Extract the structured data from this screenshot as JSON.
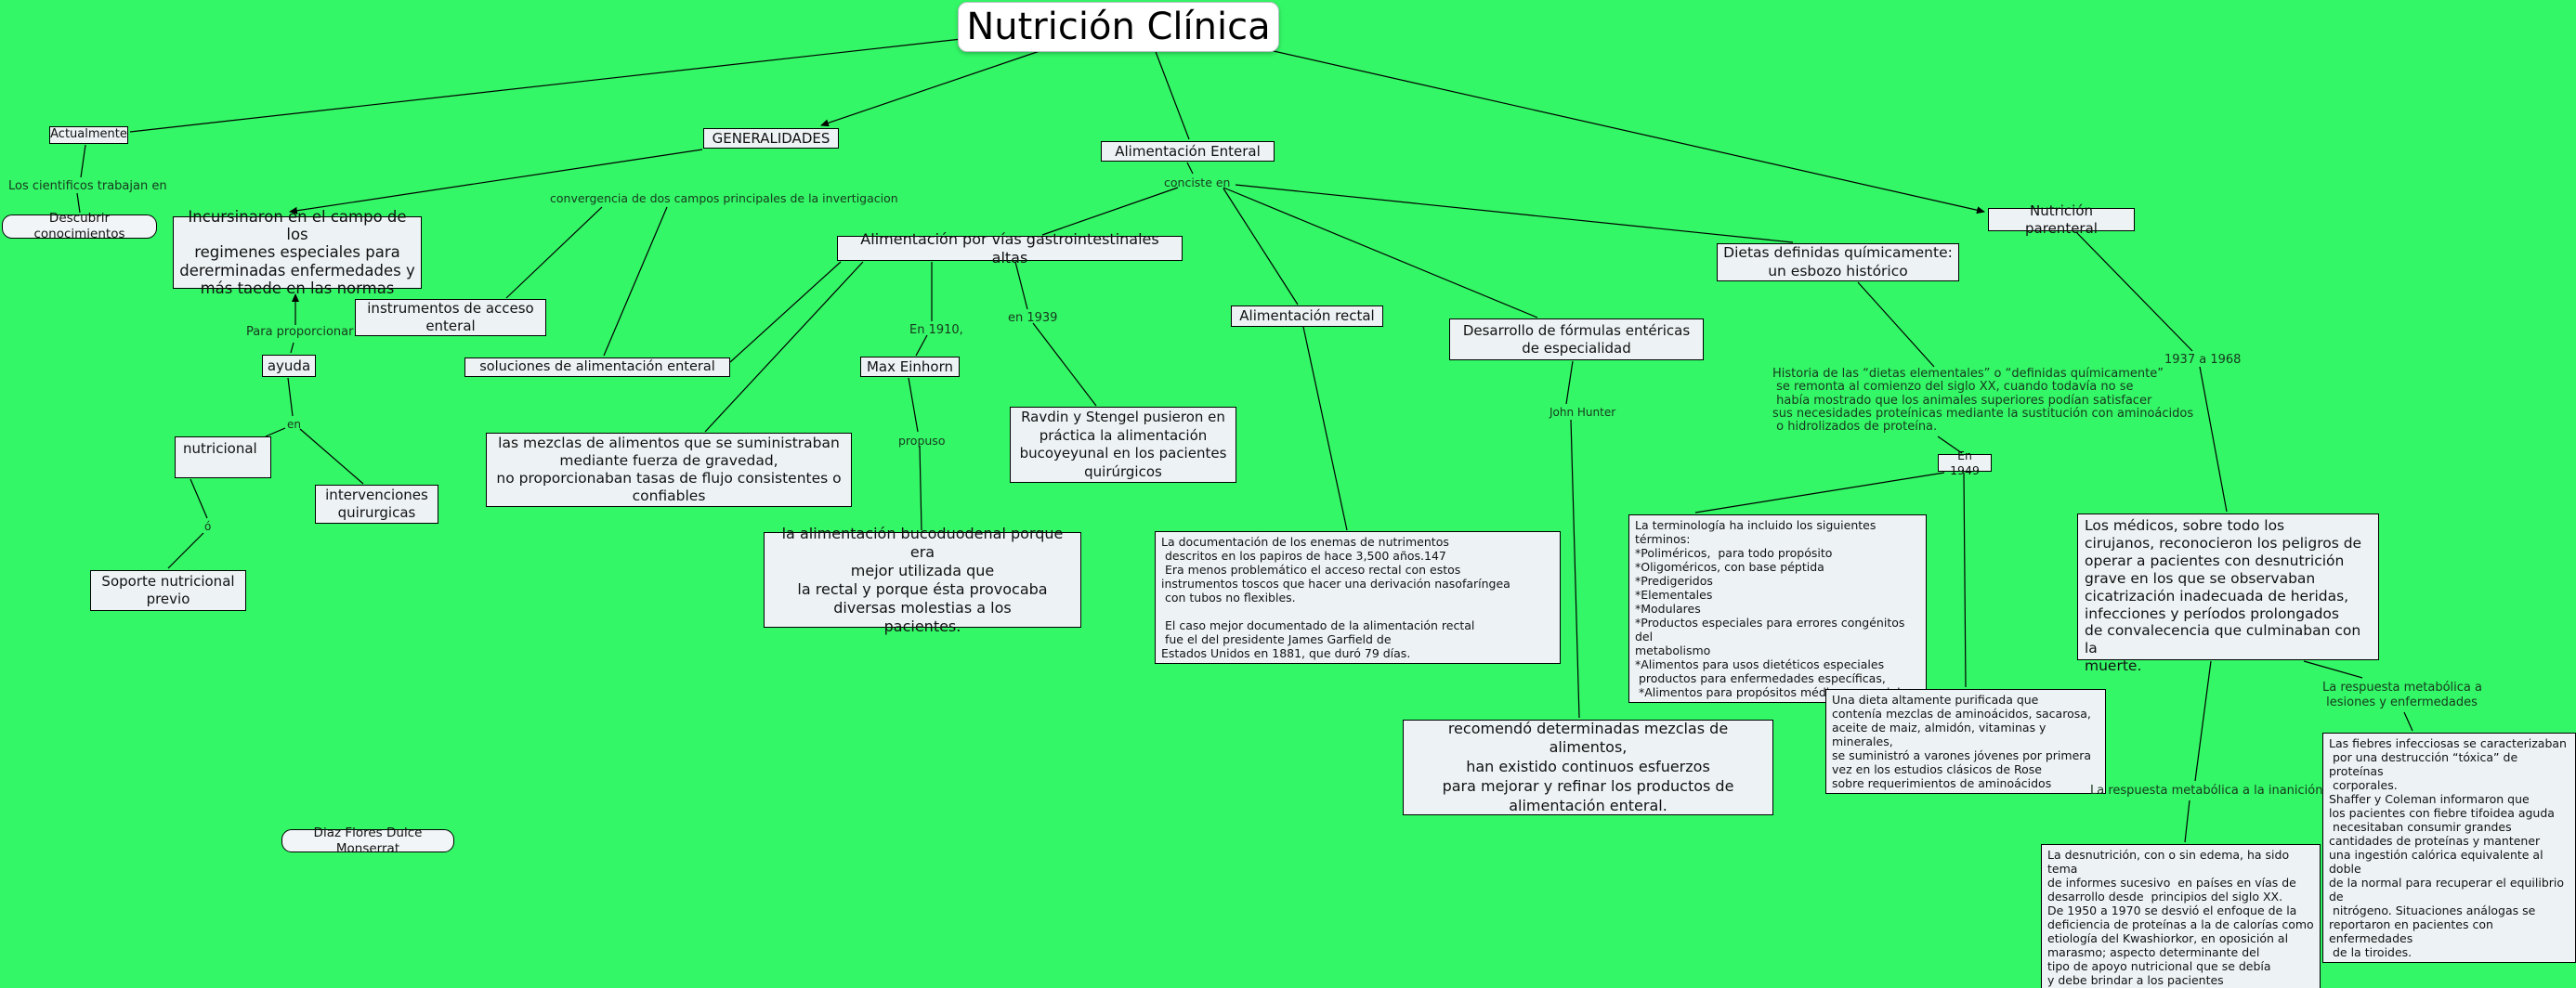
{
  "title": {
    "text": "Nutrición Clínica"
  },
  "colors": {
    "background": "#33f766",
    "node_fill": "#edf2f5",
    "node_border": "#000000",
    "title_fill": "#ffffff",
    "label_text": "#17381e"
  },
  "nodes": {
    "actualmente": {
      "text": "Actualmente"
    },
    "descubrir": {
      "text": "Descubrir conocimientos"
    },
    "incursionaron": {
      "text": "Incursinaron en el campo de los\nregimenes especiales para\ndererminadas enfermedades y\nmás taede en las normas"
    },
    "generalidades": {
      "text": "GENERALIDADES"
    },
    "alim_enteral": {
      "text": "Alimentación Enteral"
    },
    "instrumentos": {
      "text": "instrumentos de acceso\nenteral"
    },
    "ayuda": {
      "text": "ayuda"
    },
    "nutricional": {
      "text": "nutricional"
    },
    "intervenciones": {
      "text": "intervenciones\nquirurgicas"
    },
    "soporte": {
      "text": "Soporte nutricional\nprevio"
    },
    "soluciones": {
      "text": "soluciones de alimentación enteral"
    },
    "mezclas": {
      "text": "las mezclas de alimentos que se suministraban\nmediante fuerza de gravedad,\nno proporcionaban tasas de flujo consistentes o\nconfiables"
    },
    "alim_vias": {
      "text": "Alimentación por vías gastrointestinales altas"
    },
    "max_einhorn": {
      "text": "Max Einhorn"
    },
    "ravdin": {
      "text": "Ravdin y Stengel pusieron en\npráctica la alimentación\nbucoyeyunal en los pacientes\nquirúrgicos"
    },
    "bucoduodenal": {
      "text": "la alimentación bucoduodenal porque era\nmejor utilizada que\nla rectal y porque ésta provocaba\ndiversas molestias a los\npacientes."
    },
    "alim_rectal": {
      "text": "Alimentación rectal"
    },
    "rectal_doc": {
      "text": "La documentación de los enemas de nutrimentos\n descritos en los papiros de hace 3,500 años.147\n Era menos problemático el acceso rectal con estos\ninstrumentos toscos que hacer una derivación nasofaríngea\n con tubos no flexibles.\n\n El caso mejor documentado de la alimentación rectal\n fue el del presidente James Garfield de\nEstados Unidos en 1881, que duró 79 días."
    },
    "desarrollo": {
      "text": "Desarrollo de fórmulas entéricas\nde especialidad"
    },
    "terminologia": {
      "text": "La terminología ha incluido los siguientes términos:\n*Poliméricos,  para todo propósito\n*Oligoméricos, con base péptida\n*Predigeridos\n*Elementales\n*Modulares\n*Productos especiales para errores congénitos del\nmetabolismo\n*Alimentos para usos dietéticos especiales\n productos para enfermedades específicas,\n *Alimentos para propósitos médicos especiales"
    },
    "recomendo": {
      "text": "recomendó determinadas mezclas de alimentos,\nhan existido continuos esfuerzos\npara mejorar y refinar los productos de\nalimentación enteral."
    },
    "dietas": {
      "text": "Dietas definidas químicamente:\nun esbozo histórico"
    },
    "en1949": {
      "text": "En 1949"
    },
    "una_dieta": {
      "text": "Una dieta altamente purificada que\ncontenía mezclas de aminoácidos, sacarosa,\naceite de maiz, almidón, vitaminas y minerales,\nse suministró a varones jóvenes por primera\nvez en los estudios clásicos de Rose\nsobre requerimientos de aminoácidos"
    },
    "medicos": {
      "text": "Los médicos, sobre todo los\ncirujanos, reconocieron los peligros de\noperar a pacientes con desnutrición\ngrave en los que se observaban\ncicatrización inadecuada de heridas,\ninfecciones y períodos prolongados\nde convalecencia que culminaban con la\nmuerte."
    },
    "nutric_parenteral": {
      "text": "Nutrición parenteral"
    },
    "fiebres": {
      "text": "Las fiebres infecciosas se caracterizaban\n por una destrucción “tóxica” de proteínas\n corporales.\nShaffer y Coleman informaron que\nlos pacientes con fiebre tifoidea aguda\n necesitaban consumir grandes\ncantidades de proteínas y mantener\nuna ingestión calórica equivalente al doble\nde la normal para recuperar el equilibrio de\n nitrógeno. Situaciones análogas se\nreportaron en pacientes con enfermedades\n de la tiroides."
    },
    "desnutricion": {
      "text": "La desnutrición, con o sin edema, ha sido tema\nde informes sucesivo  en países en vías de\ndesarrollo desde  principios del siglo XX.\nDe 1950 a 1970 se desvió el enfoque de la\ndeficiencia de proteínas a la de calorías como\netiología del Kwashiorkor, en oposición al\nmarasmo; aspecto determinante del\ntipo de apoyo nutricional que se debía\ny debe brindar a los pacientes\nhospitalizados."
    },
    "author": {
      "text": "Diaz Flores Dulce Monserrat"
    }
  },
  "labels": {
    "cientificos": {
      "text": "Los cientificos trabajan en"
    },
    "convergencia": {
      "text": "convergencia de dos campos principales de la invertigacion"
    },
    "conciste": {
      "text": "conciste en"
    },
    "para_proporcionar": {
      "text": "Para proporcionar"
    },
    "en": {
      "text": "en"
    },
    "o": {
      "text": "ó"
    },
    "en1910": {
      "text": "En 1910,"
    },
    "en1939": {
      "text": "en 1939"
    },
    "propuso": {
      "text": "propuso"
    },
    "john_hunter": {
      "text": "John Hunter"
    },
    "y1937": {
      "text": "1937 a 1968"
    },
    "historia": {
      "text": "Historia de las “dietas elementales” o “definidas químicamente”\n se remonta al comienzo del siglo XX, cuando todavía no se\n había mostrado que los animales superiores podían satisfacer\nsus necesidades proteínicas mediante la sustitución con aminoácidos\n o hidrolizados de proteína."
    },
    "resp_lesiones": {
      "text": "La respuesta metabólica a\n lesiones y enfermedades"
    },
    "resp_inanicion": {
      "text": "La respuesta metabólica a la inanición"
    }
  }
}
